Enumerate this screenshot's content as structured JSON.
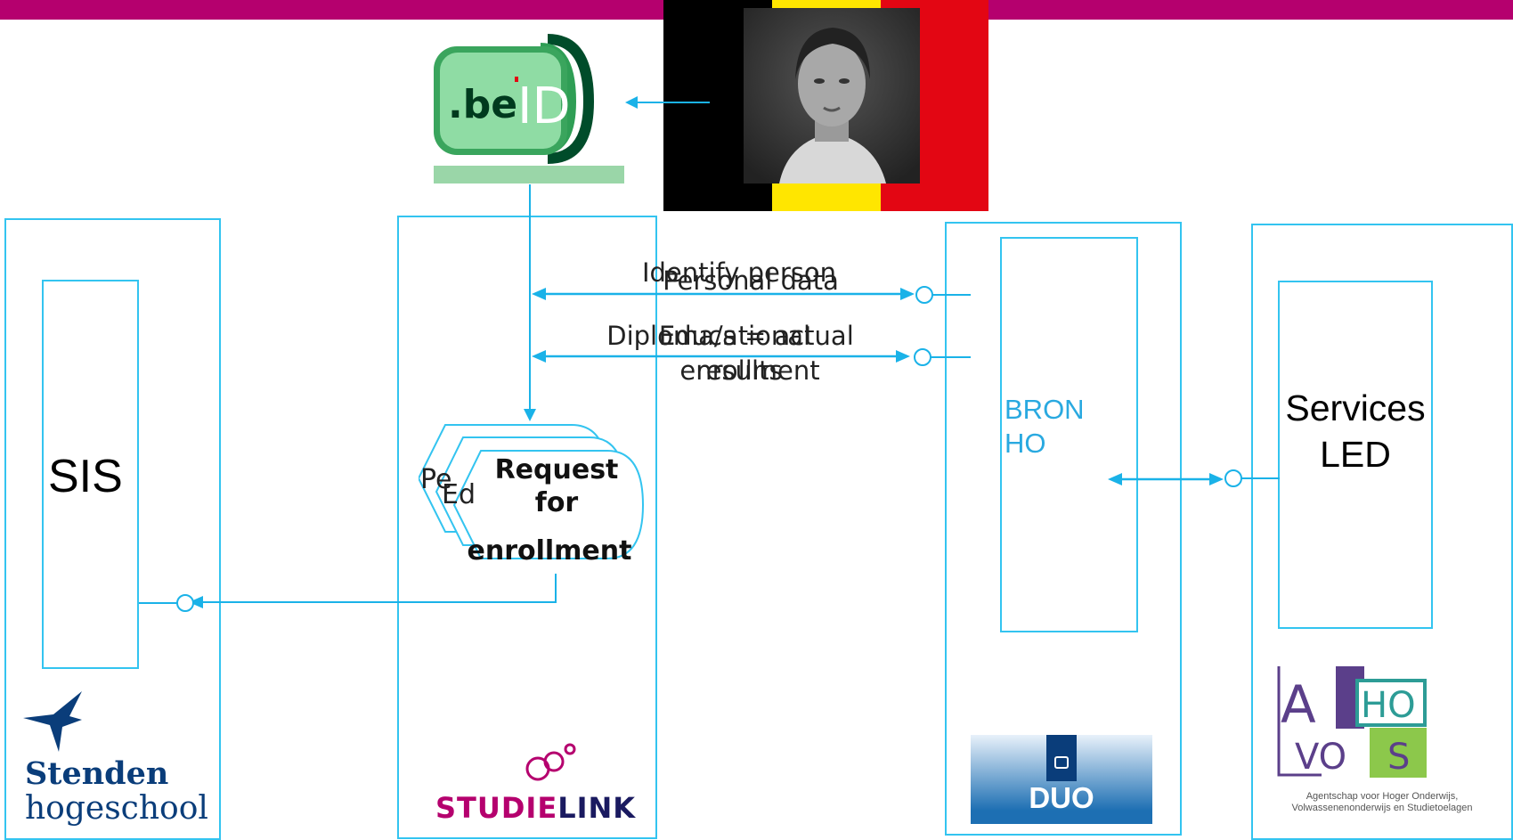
{
  "colors": {
    "topbar": "#b5006e",
    "connector": "#33c4f0",
    "arrow": "#1ab2e8",
    "flag_black": "#000000",
    "flag_yellow": "#ffe600",
    "flag_red": "#e30613",
    "beid_green": "#7ed59a",
    "beid_dark": "#004c2a",
    "duo_blue": "#1d6fb3"
  },
  "beid_logo": {
    "text_be": ".be",
    "text_id": "ID"
  },
  "sis": {
    "label": "SIS"
  },
  "stenden": {
    "line1": "Stenden",
    "line2": "hogeschool"
  },
  "studielink": {
    "name": "STUDIELINK",
    "name_prefix": "STUDIE",
    "name_suffix": "LINK"
  },
  "request": {
    "back1_fragment": "Pe",
    "back2_fragment": "Ed",
    "line1": "Request",
    "line2": "for",
    "line3": "enrollment"
  },
  "messages": {
    "m1_a": "Identify person",
    "m1_b": "Personal data",
    "m2_a": "Diploma/s = actual",
    "m2_b": "Educational",
    "m2_c": "results",
    "m2_d": "enrollment"
  },
  "bron": {
    "line1": "BRON",
    "line2": "HO"
  },
  "duo": {
    "label": "DUO"
  },
  "services": {
    "line1": "Services",
    "line2": "LED"
  },
  "ahovos": {
    "letters": [
      "A",
      "HO",
      "VO",
      "S"
    ],
    "caption_line1": "Agentschap voor Hoger Onderwijs,",
    "caption_line2": "Volwassenenonderwijs en Studietoelagen"
  }
}
